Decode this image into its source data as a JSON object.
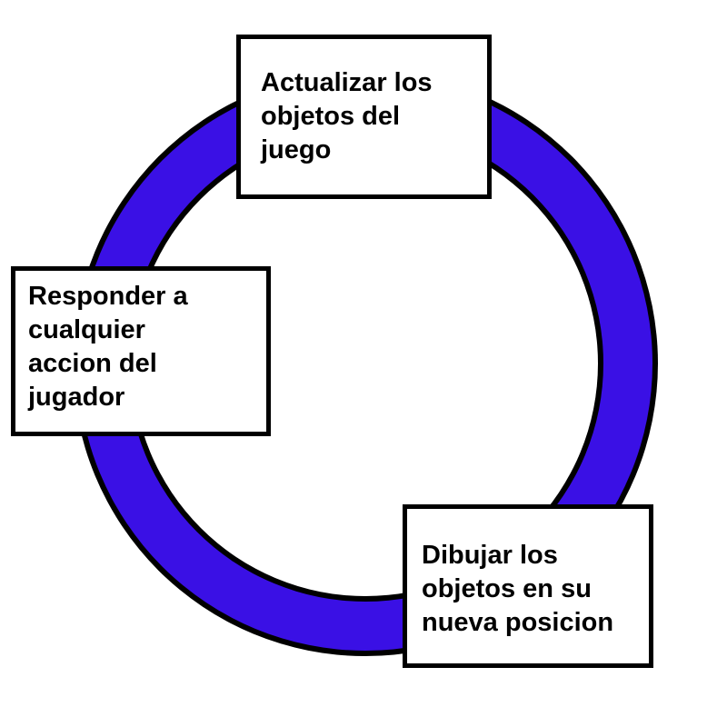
{
  "colors": {
    "ring": "#3a10e5",
    "outline": "#000000"
  },
  "steps": [
    {
      "lines": [
        "Actualizar los",
        "objetos del",
        "juego"
      ]
    },
    {
      "lines": [
        "Responder a",
        "cualquier",
        "accion del",
        "jugador"
      ]
    },
    {
      "lines": [
        "Dibujar los",
        "objetos en su",
        "nueva posicion"
      ]
    }
  ]
}
